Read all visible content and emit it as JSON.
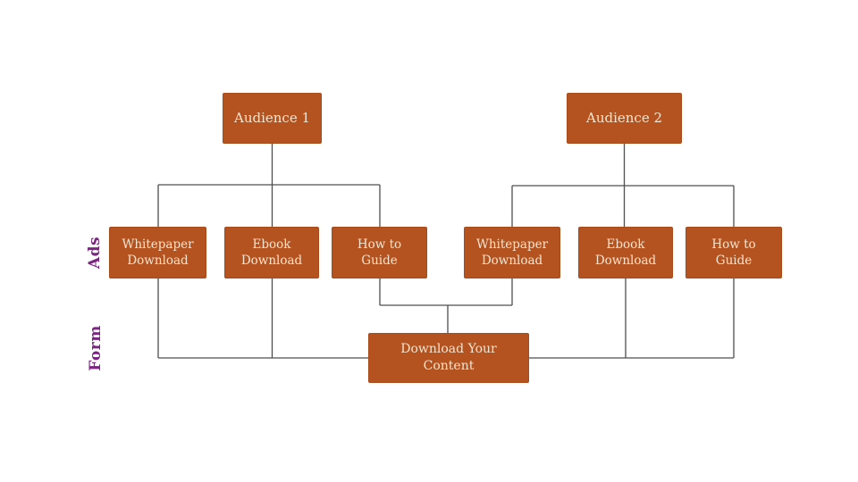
{
  "colors": {
    "node_fill": "#b4531f",
    "node_border": "#a84c1c",
    "node_text": "#f3e5d1",
    "connector": "#4f4f4f",
    "row_label": "#7b2482",
    "background": "#ffffff"
  },
  "row_labels": {
    "ads": "Ads",
    "form": "Form"
  },
  "nodes": {
    "audience1": {
      "label": "Audience 1"
    },
    "audience2": {
      "label": "Audience 2"
    },
    "a1_whitepaper": {
      "label": [
        "Whitepaper",
        "Download"
      ]
    },
    "a1_ebook": {
      "label": [
        "Ebook",
        "Download"
      ]
    },
    "a1_howto": {
      "label": [
        "How to",
        "Guide"
      ]
    },
    "a2_whitepaper": {
      "label": [
        "Whitepaper",
        "Download"
      ]
    },
    "a2_ebook": {
      "label": [
        "Ebook",
        "Download"
      ]
    },
    "a2_howto": {
      "label": [
        "How to",
        "Guide"
      ]
    },
    "form": {
      "label": [
        "Download Your",
        "Content"
      ]
    }
  }
}
